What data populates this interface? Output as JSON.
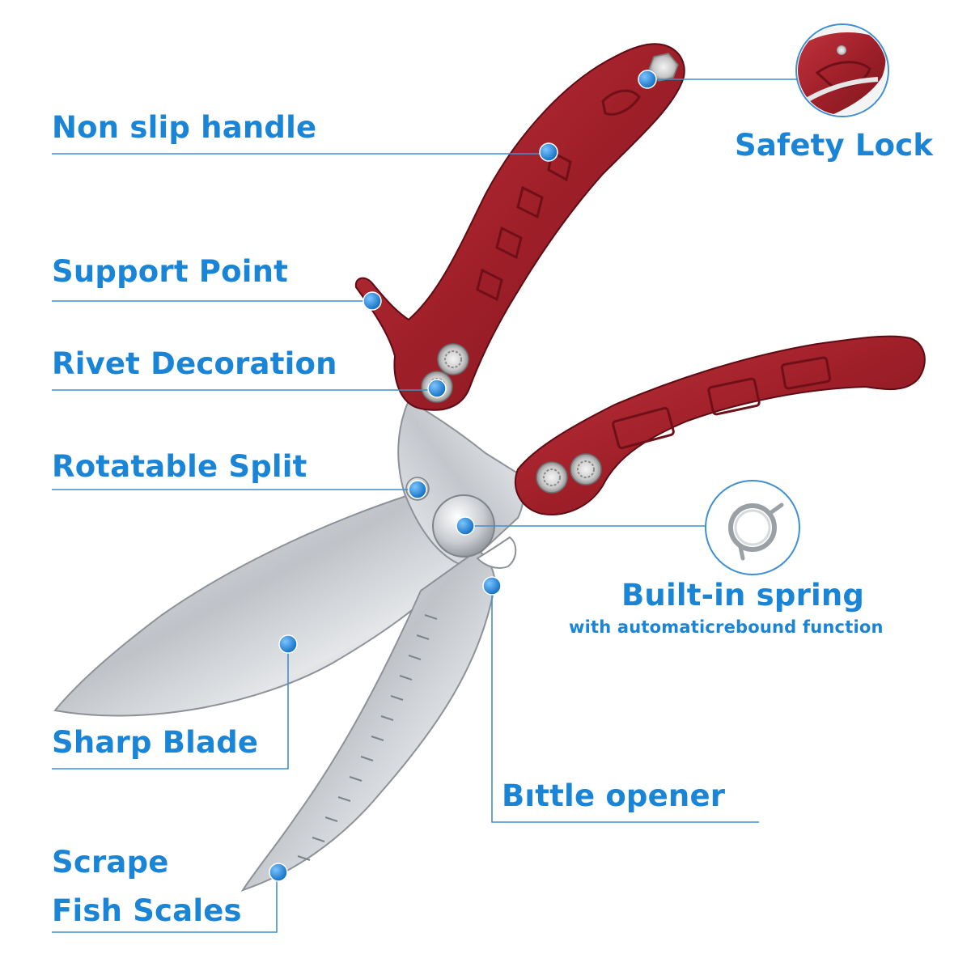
{
  "labels": {
    "non_slip_handle": "Non slip handle",
    "support_point": "Support Point",
    "rivet_decoration": "Rivet Decoration",
    "rotatable_split": "Rotatable Split",
    "sharp_blade": "Sharp Blade",
    "scrape_line1": "Scrape",
    "scrape_line2": "Fish Scales",
    "safety_lock": "Safety Lock",
    "built_in_spring": "Built-in spring",
    "spring_subtitle": "with automaticrebound function",
    "bottle_opener": "Bıttle opener"
  },
  "colors": {
    "label_blue": "#1a84d6",
    "leader_line": "#3f8fd2",
    "handle_red": "#a5242d",
    "handle_dark": "#6f1018",
    "blade_steel": "#c9ccd0",
    "rivet_silver": "#d7d7d7"
  },
  "icons": [
    "callout-dot-icon",
    "rivet-icon",
    "spring-ring-icon",
    "safety-lock-inset-icon"
  ]
}
